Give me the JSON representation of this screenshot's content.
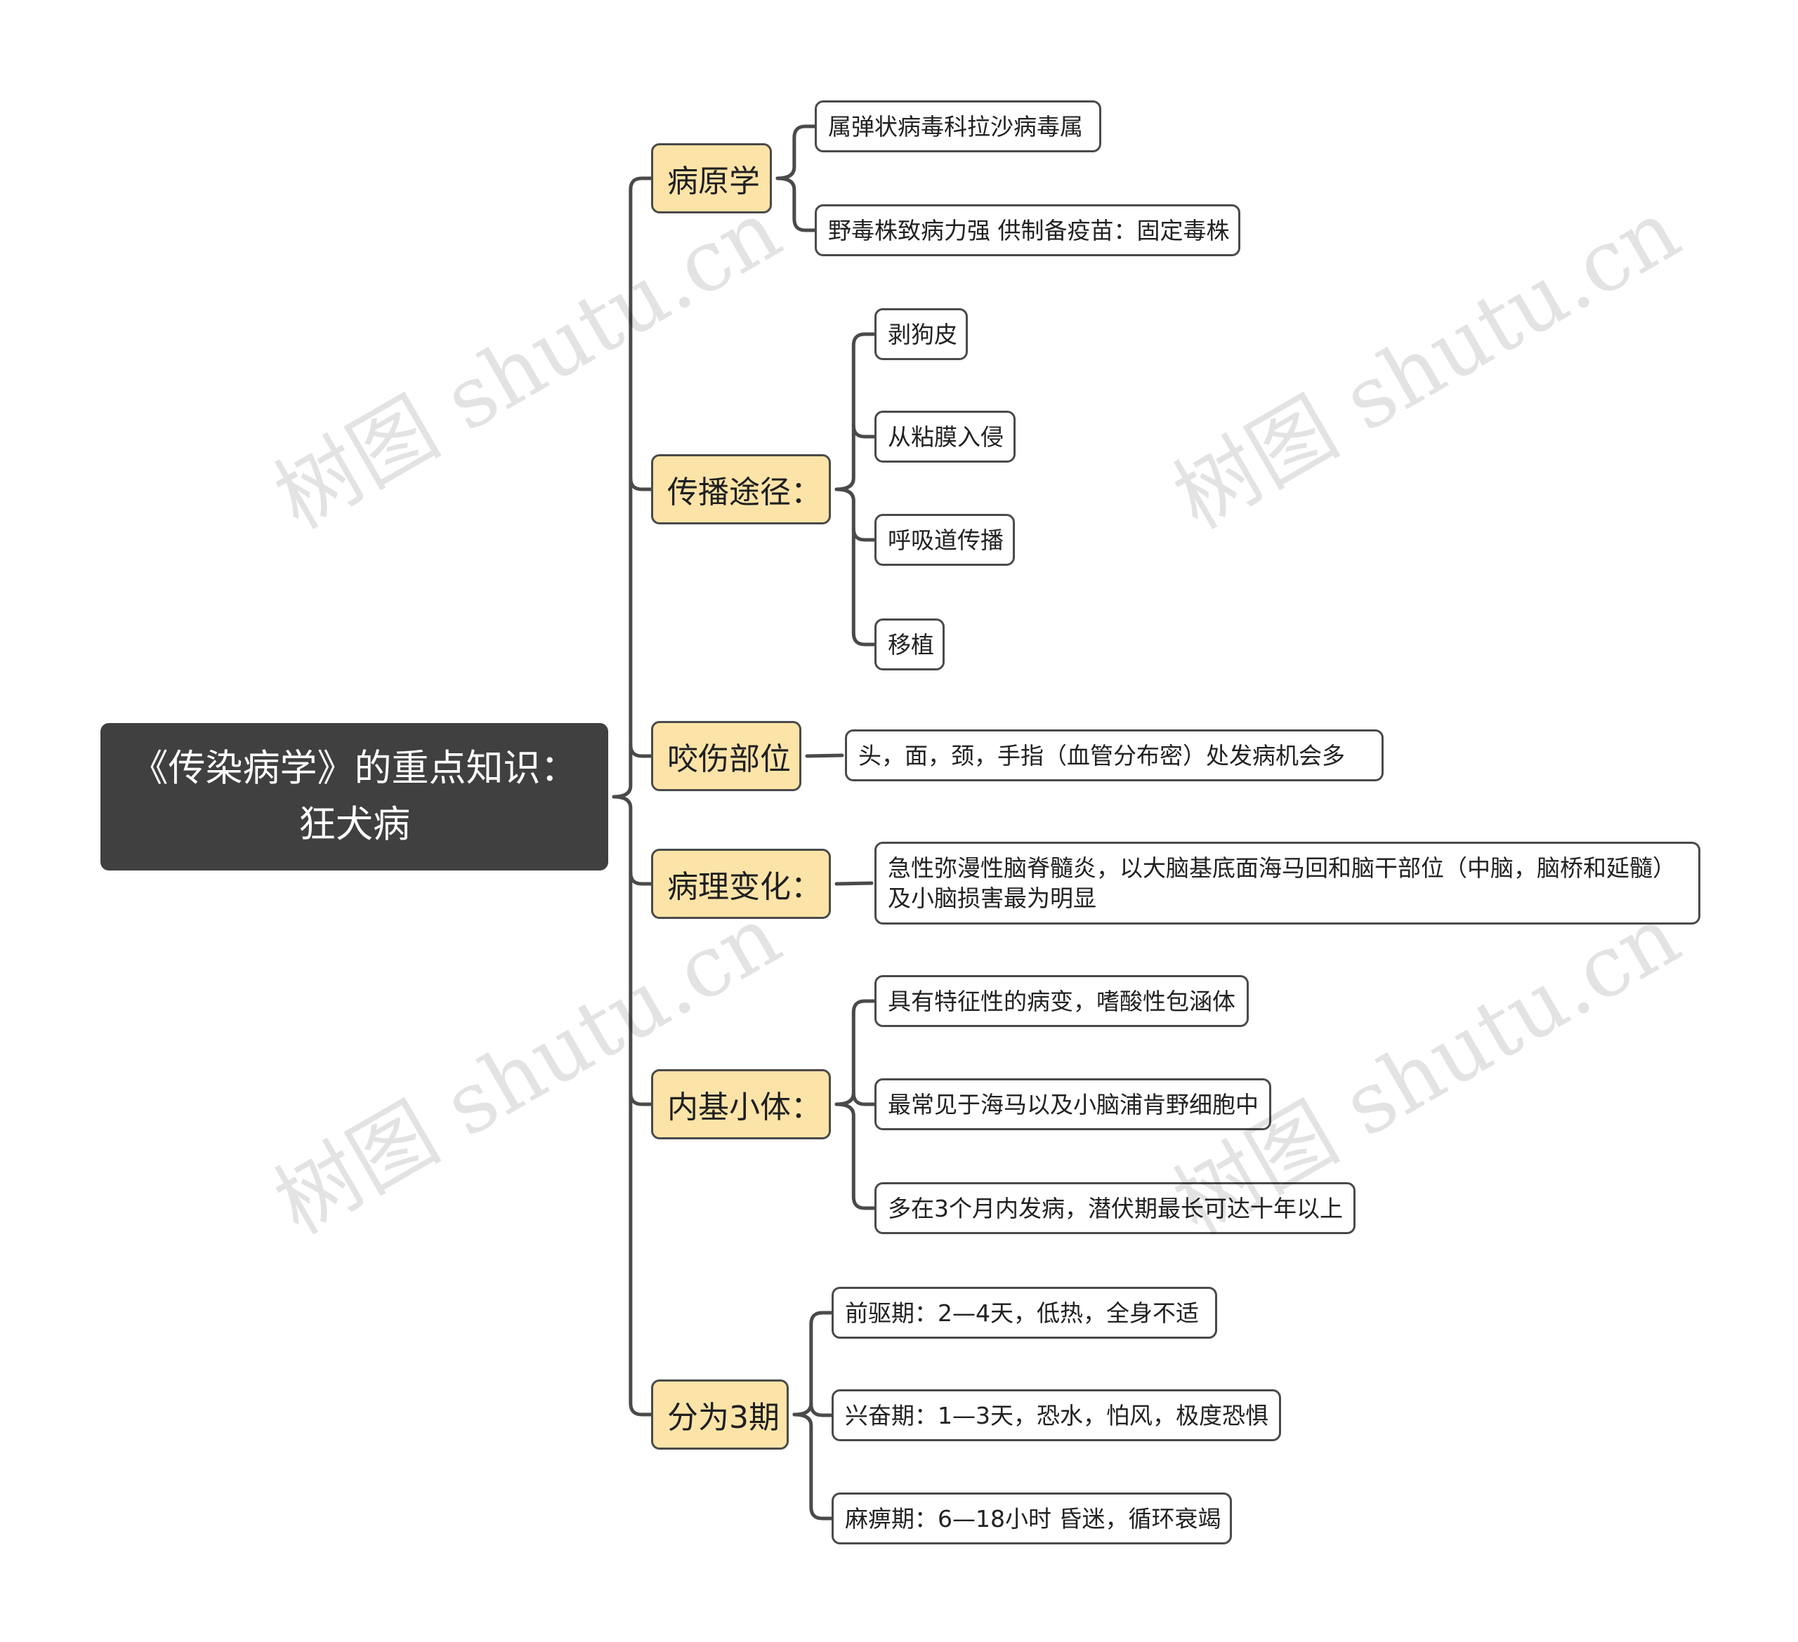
{
  "root": {
    "label": "《传染病学》的重点知识：狂犬病"
  },
  "branches": [
    {
      "label": "病原学",
      "items": [
        "属弹状病毒科拉沙病毒属",
        "野毒株致病力强 供制备疫苗：固定毒株"
      ]
    },
    {
      "label": "传播途径：",
      "items": [
        "剥狗皮",
        "从粘膜入侵",
        "呼吸道传播",
        "移植"
      ]
    },
    {
      "label": "咬伤部位",
      "items": [
        "头，面，颈，手指（血管分布密）处发病机会多"
      ]
    },
    {
      "label": "病理变化：",
      "items": [
        "急性弥漫性脑脊髓炎，以大脑基底面海马回和脑干部位（中脑，脑桥和延髓）及小脑损害最为明显"
      ]
    },
    {
      "label": "内基小体：",
      "items": [
        "具有特征性的病变，嗜酸性包涵体",
        "最常见于海马以及小脑浦肯野细胞中",
        "多在3个月内发病，潜伏期最长可达十年以上"
      ]
    },
    {
      "label": "分为3期",
      "items": [
        "前驱期：2—4天，低热，全身不适",
        "兴奋期：1—3天，恐水，怕风，极度恐惧",
        "麻痹期：6—18小时 昏迷，循环衰竭"
      ]
    }
  ],
  "watermark": {
    "text": "树图 shutu.cn"
  },
  "colors": {
    "root_bg": "#404040",
    "branch_bg": "#fce4a8",
    "line": "#4a4a4a"
  }
}
